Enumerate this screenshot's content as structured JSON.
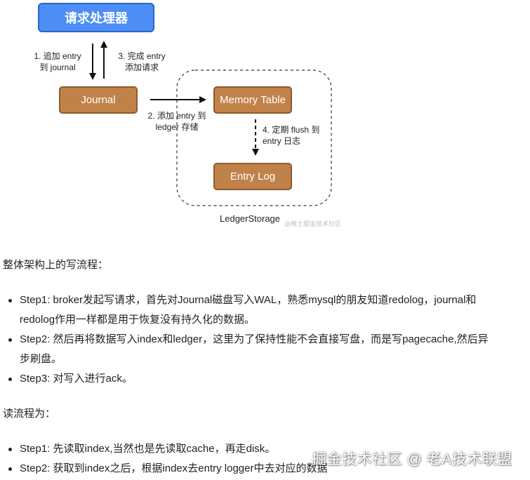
{
  "diagram": {
    "nodes": {
      "request_handler": "请求处理器",
      "journal": "Journal",
      "memory_table": "Memory Table",
      "entry_log": "Entry Log"
    },
    "edges": {
      "step1_line1": "1. 追加 entry",
      "step1_line2": "到 journal",
      "step3_line1": "3. 完成 entry",
      "step3_line2": "添加请求",
      "step2_line1": "2. 添加 entry 到",
      "step2_line2": "ledger 存储",
      "step4_line1": "4. 定期 flush 到",
      "step4_line2": "entry 日志"
    },
    "group_label": "LedgerStorage",
    "small_watermark": "@稀土掘金技术社区",
    "colors": {
      "blue": "#4c8df6",
      "brown": "#c1824a"
    }
  },
  "write_flow": {
    "heading": "整体架构上的写流程：",
    "items": [
      "Step1: broker发起写请求，首先对Journal磁盘写入WAL，熟悉mysql的朋友知道redolog，journal和",
      "redolog作用一样都是用于恢复没有持久化的数据。",
      "Step2: 然后再将数据写入index和ledger，这里为了保持性能不会直接写盘，而是写pagecache,然后异",
      "步刷盘。",
      "Step3: 对写入进行ack。"
    ]
  },
  "read_flow": {
    "heading": "读流程为：",
    "items": [
      "Step1: 先读取index,当然也是先读取cache，再走disk。",
      "Step2: 获取到index之后，根据index去entry logger中去对应的数据"
    ]
  },
  "footer_watermark": "掘金技术社区 @ 老A技术联盟"
}
